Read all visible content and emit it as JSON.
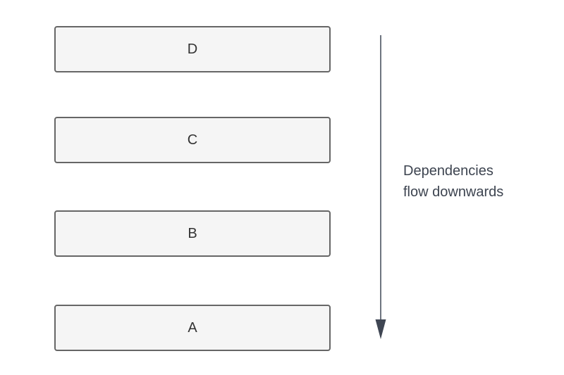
{
  "diagram": {
    "boxes": [
      {
        "label": "D"
      },
      {
        "label": "C"
      },
      {
        "label": "B"
      },
      {
        "label": "A"
      }
    ],
    "annotation": "Dependencies\nflow downwards",
    "colors": {
      "box_fill": "#f5f5f5",
      "box_border": "#666666",
      "box_text": "#333333",
      "arrow": "#3f4653",
      "annotation_text": "#3d4450",
      "background": "#ffffff"
    }
  }
}
